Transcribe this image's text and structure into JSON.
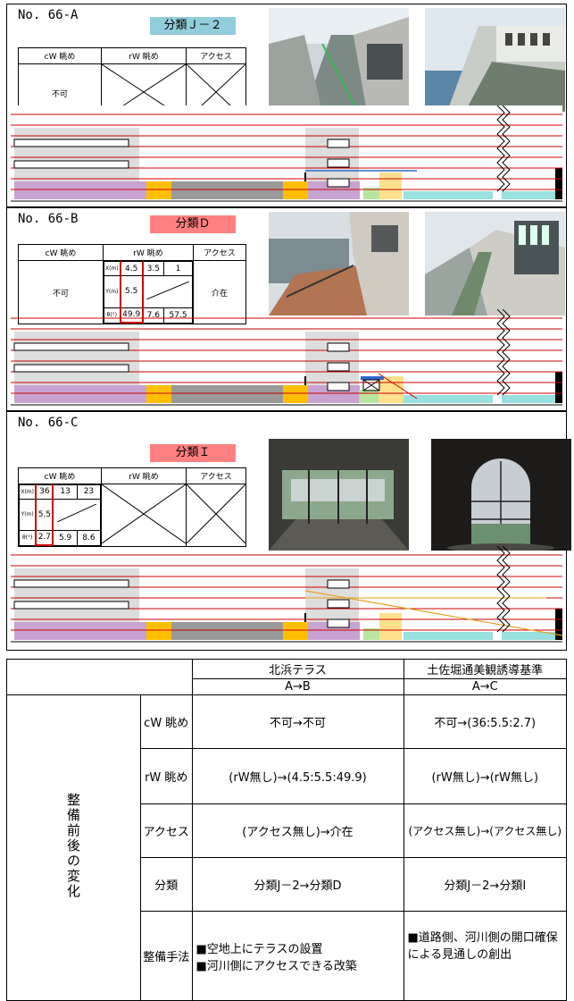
{
  "panels": [
    {
      "no": "No. 66-A",
      "category": "分類Ｊ－２",
      "head": {
        "cw": "cW  眺め",
        "rw": "rW  眺め",
        "access": "アクセス"
      },
      "cw_value": "不可"
    },
    {
      "no": "No. 66-B",
      "category": "分類Ｄ",
      "head": {
        "cw": "cW  眺め",
        "rw": "rW  眺め",
        "access": "アクセス"
      },
      "cw_value": "不可",
      "access_value": "介在",
      "rw_grid": {
        "x_label": "X(m)",
        "y_label": "Y(m)",
        "t_label": "θ(°)",
        "x": [
          "4.5",
          "3.5",
          "1"
        ],
        "y": "5.5",
        "t": [
          "49.9",
          "7.6",
          "57.5"
        ]
      }
    },
    {
      "no": "No. 66-C",
      "category": "分類Ｉ",
      "head": {
        "cw": "cW  眺め",
        "rw": "rW  眺め",
        "access": "アクセス"
      },
      "cw_grid": {
        "x_label": "X(m)",
        "y_label": "Y(m)",
        "t_label": "θ(°)",
        "x": [
          "36",
          "13",
          "23"
        ],
        "y": "5.5",
        "t": [
          "2.7",
          "5.9",
          "8.6"
        ]
      }
    }
  ],
  "summary": {
    "col1": "北浜テラス",
    "col1_sub": "A→B",
    "col2": "土佐堀通美観誘導基準",
    "col2_sub": "A→C",
    "side_label": "整備前後の変化",
    "rows": [
      {
        "label": "cW  眺め",
        "v1": "不可→不可",
        "v2": "不可→(36:5.5:2.7)"
      },
      {
        "label": "rW  眺め",
        "v1": "(rW無し)→(4.5:5.5:49.9)",
        "v2": "(rW無し)→(rW無し)"
      },
      {
        "label": "アクセス",
        "v1": "(アクセス無し)→介在",
        "v2": "(アクセス無し)→(アクセス無し)"
      },
      {
        "label": "分類",
        "v1": "分類J－2→分類D",
        "v2": "分類J－2→分類I"
      },
      {
        "label": "整備手法",
        "v1a": "■空地上にテラスの設置",
        "v1b": "■河川側にアクセスできる改築",
        "v2a": "■道路側、河川側の開口確保",
        "v2b": "による見通しの創出"
      }
    ]
  }
}
